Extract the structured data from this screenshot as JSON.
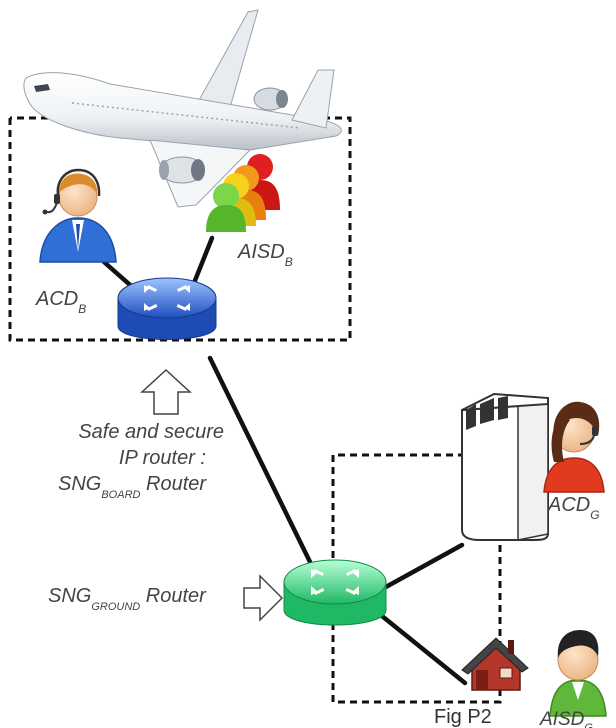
{
  "labels": {
    "acd_board": {
      "main": "ACD",
      "sub": "B"
    },
    "aisd_board": {
      "main": "AISD",
      "sub": "B"
    },
    "router_board_desc": [
      "Safe and secure",
      "IP router :"
    ],
    "sng_board": {
      "main": "SNG",
      "sub": "BOARD",
      "tail": " Router"
    },
    "sng_ground": {
      "main": "SNG",
      "sub": "GROUND",
      "tail": " Router"
    },
    "acd_ground": {
      "main": "ACD",
      "sub": "G"
    },
    "aisd_ground": {
      "main": "AISD",
      "sub": "G"
    },
    "caption": "Fig P2"
  },
  "icons": {
    "aircraft": "airplane-icon",
    "controller_board": "headset-operator-icon",
    "passengers_board": "user-group-icon",
    "router_board": "router-icon",
    "router_ground": "router-icon",
    "server_ground": "server-tower-icon",
    "controller_ground": "headset-operator-icon",
    "house_ground": "house-icon",
    "user_ground": "user-icon"
  },
  "colors": {
    "router_board": "#2f6fe0",
    "router_ground": "#33d977",
    "controller_board_body": "#2f6fd6",
    "controller_ground_body": "#e23a1e",
    "user_ground_body": "#5fb83a",
    "house": "#b5362b"
  }
}
